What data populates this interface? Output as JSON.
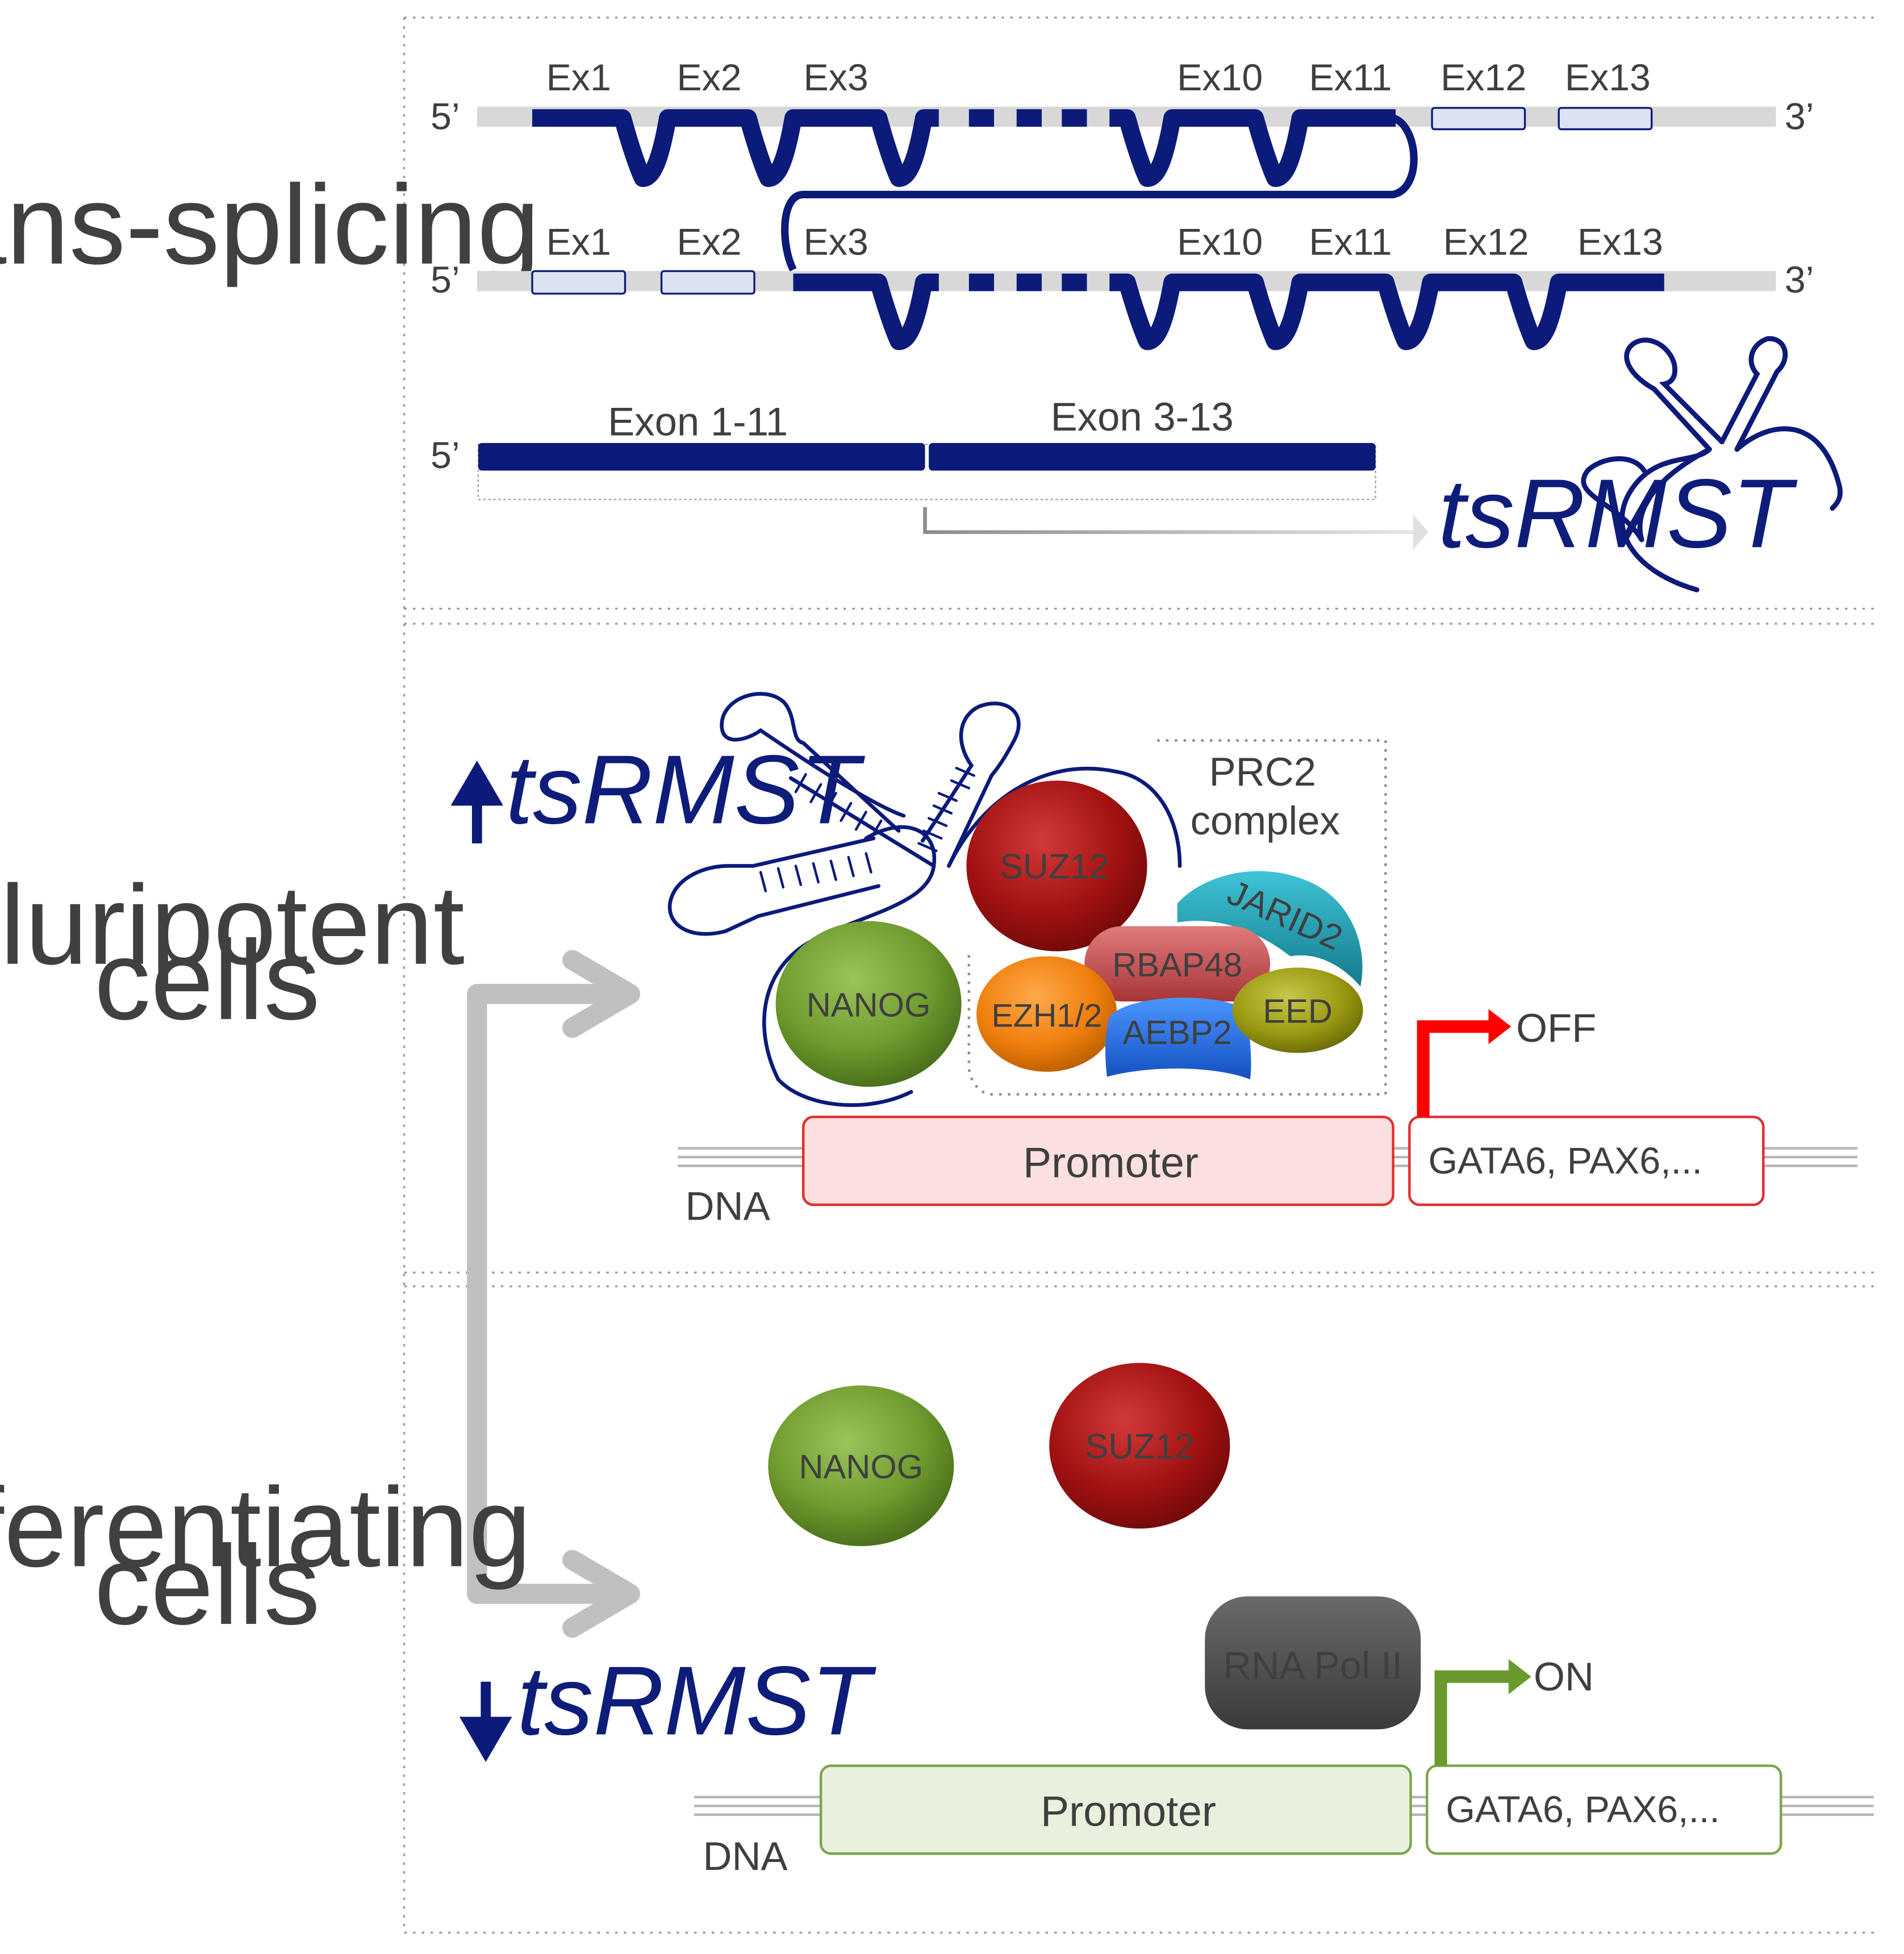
{
  "panels": {
    "trans_splicing": {
      "label": "trans-splicing",
      "five_prime": "5’",
      "three_prime": "3’",
      "transcript1_exons": [
        "Ex1",
        "Ex2",
        "Ex3",
        "Ex10",
        "Ex11",
        "Ex12",
        "Ex13"
      ],
      "transcript2_exons": [
        "Ex1",
        "Ex2",
        "Ex3",
        "Ex10",
        "Ex11",
        "Ex12",
        "Ex13"
      ],
      "product_left": "Exon 1-11",
      "product_right": "Exon 3-13",
      "product_name": "tsRMST"
    },
    "pluripotent": {
      "label_line1": "pluripotent",
      "label_line2": "cells",
      "level_label": "tsRMST",
      "complex_line1": "PRC2",
      "complex_line2": "complex",
      "proteins": [
        "SUZ12",
        "JARID2",
        "RBAP48",
        "NANOG",
        "EZH1/2",
        "AEBP2",
        "EED"
      ],
      "promoter": "Promoter",
      "dna": "DNA",
      "genes": "GATA6, PAX6,...",
      "state": "OFF"
    },
    "differentiating": {
      "label_line1": "differentiating",
      "label_line2": "cells",
      "level_label": "tsRMST",
      "proteins": [
        "NANOG",
        "SUZ12"
      ],
      "polymerase": "RNA Pol II",
      "promoter": "Promoter",
      "dna": "DNA",
      "genes": "GATA6, PAX6,...",
      "state": "ON"
    }
  },
  "colors": {
    "rna_navy": "#0c1a7a",
    "gray_bar": "#d8d8d8",
    "suz12": "#a31212",
    "nanog": "#6e9a2e",
    "jarid2": "#1b9bb0",
    "rbap48": "#c24a4d",
    "ezh": "#ef7f0d",
    "aebp2": "#1f6fe6",
    "eed": "#9a9a12",
    "rna_pol": "#505050",
    "off_arrow": "#ff0000",
    "on_arrow": "#6a9a2e",
    "promoter_off_fill": "#fbe0e0",
    "promoter_on_fill": "#e9f1de"
  }
}
